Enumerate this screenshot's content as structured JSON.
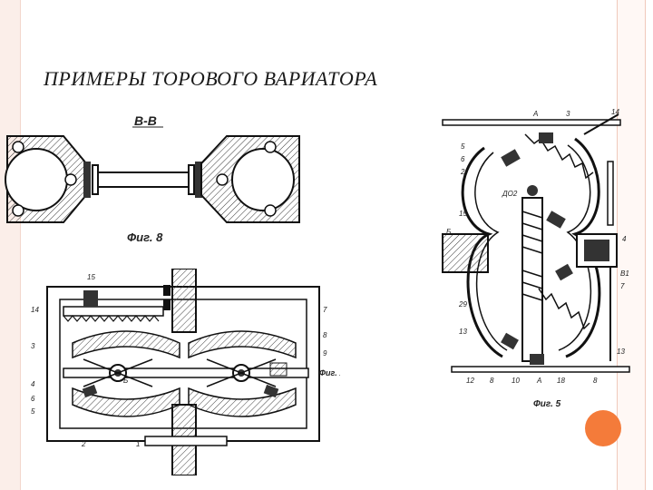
{
  "slide": {
    "title": "ПРИМЕРЫ ТОРОВОГО ВАРИАТОРА"
  },
  "figures": {
    "top_left": {
      "section_label": "В-В",
      "caption": "Фиг. 8"
    },
    "right": {
      "caption": "Фиг. 5",
      "labels": [
        "А",
        "3",
        "14",
        "5",
        "6",
        "2",
        "ДО2",
        "15",
        "Б",
        "4",
        "В1",
        "7",
        "29",
        "13",
        "13",
        "12",
        "8",
        "10",
        "18",
        "8",
        "А"
      ]
    },
    "bottom_left": {
      "caption": "Фиг. 1",
      "labels": [
        "15",
        "14",
        "3",
        "4",
        "2",
        "1",
        "7",
        "8",
        "9",
        "6",
        "5",
        "Б"
      ]
    }
  },
  "colors": {
    "accent": "#f47b3a",
    "frame": "#f0c9bb"
  }
}
